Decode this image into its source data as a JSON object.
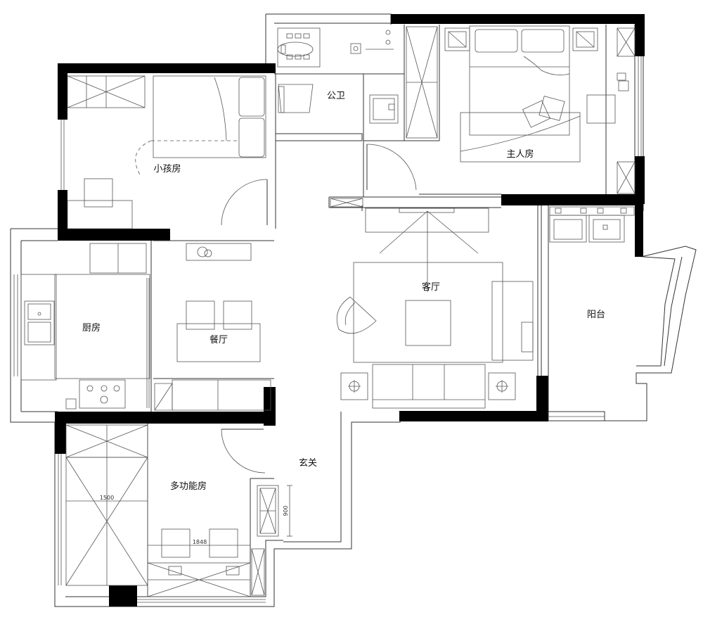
{
  "rooms": {
    "public_bath": "公卫",
    "master_bedroom": "主人房",
    "child_room": "小孩房",
    "living_room": "客厅",
    "balcony": "阳台",
    "kitchen": "厨房",
    "dining_room": "餐厅",
    "entrance": "玄关",
    "multi_room": "多功能房"
  },
  "dimensions": {
    "width_1500": "1500",
    "width_1848": "1848",
    "height_900": "900"
  }
}
